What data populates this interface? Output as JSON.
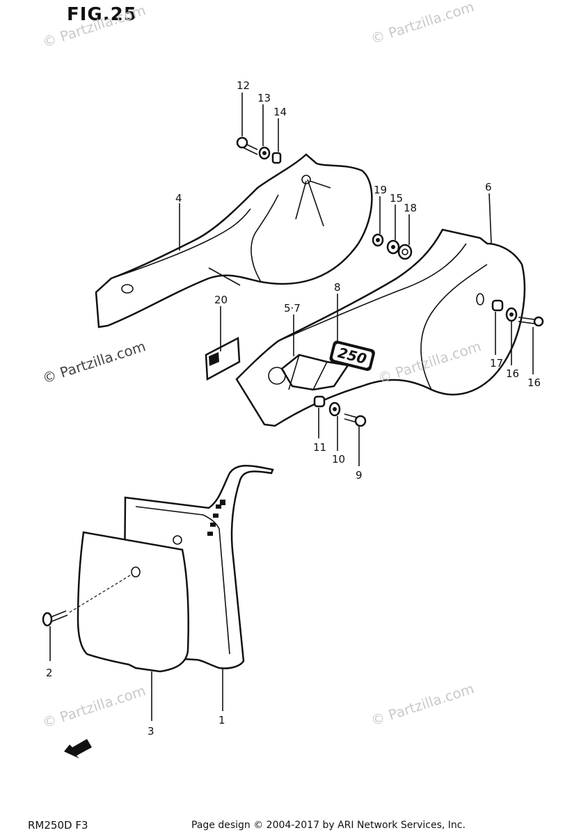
{
  "figure": {
    "title": "FIG.25"
  },
  "callouts": [
    {
      "id": "c1",
      "label": "1"
    },
    {
      "id": "c2",
      "label": "2"
    },
    {
      "id": "c3",
      "label": "3"
    },
    {
      "id": "c4",
      "label": "4"
    },
    {
      "id": "c57",
      "label": "5·7"
    },
    {
      "id": "c6",
      "label": "6"
    },
    {
      "id": "c8",
      "label": "8"
    },
    {
      "id": "c9",
      "label": "9"
    },
    {
      "id": "c10",
      "label": "10"
    },
    {
      "id": "c11",
      "label": "11"
    },
    {
      "id": "c12",
      "label": "12"
    },
    {
      "id": "c13",
      "label": "13"
    },
    {
      "id": "c14",
      "label": "14"
    },
    {
      "id": "c15",
      "label": "15"
    },
    {
      "id": "c16a",
      "label": "16"
    },
    {
      "id": "c16b",
      "label": "16"
    },
    {
      "id": "c17",
      "label": "17"
    },
    {
      "id": "c18",
      "label": "18"
    },
    {
      "id": "c19",
      "label": "19"
    },
    {
      "id": "c20",
      "label": "20"
    }
  ],
  "emblem_text": "250",
  "watermark": {
    "main": "© Partzilla.com",
    "soft": "© Partzilla.com"
  },
  "footer": {
    "model": "RM250D  F3",
    "copyright": "Page design © 2004-2017 by ARI Network Services, Inc."
  }
}
